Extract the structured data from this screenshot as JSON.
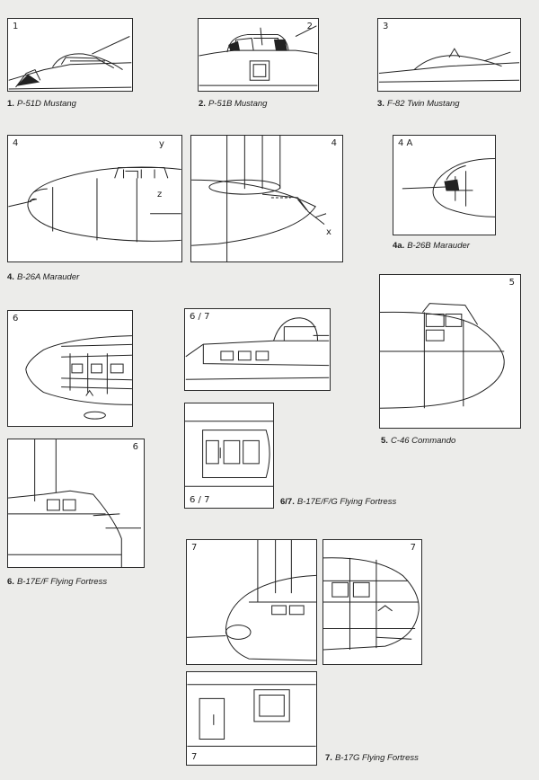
{
  "panels": {
    "p1": "1",
    "p2": "2",
    "p3": "3",
    "p4a": "4",
    "p4b": "4",
    "p4c": "4 A",
    "p5": "5",
    "p6a": "6",
    "p67a": "6 / 7",
    "p67b": "6 / 7",
    "p6b": "6",
    "p7a": "7",
    "p7b": "7",
    "p7c": "7"
  },
  "markers": {
    "y": "y",
    "z": "z",
    "x": "x"
  },
  "captions": [
    {
      "num": "1.",
      "text": "P-51D Mustang"
    },
    {
      "num": "2.",
      "text": "P-51B Mustang"
    },
    {
      "num": "3.",
      "text": "F-82 Twin Mustang"
    },
    {
      "num": "4.",
      "text": "B-26A Marauder"
    },
    {
      "num": "4a.",
      "text": "B-26B Marauder"
    },
    {
      "num": "5.",
      "text": "C-46 Commando"
    },
    {
      "num": "6/7.",
      "text": "B-17E/F/G Flying Fortress"
    },
    {
      "num": "6.",
      "text": "B-17E/F Flying Fortress"
    },
    {
      "num": "7.",
      "text": "B-17G Flying Fortress"
    }
  ]
}
